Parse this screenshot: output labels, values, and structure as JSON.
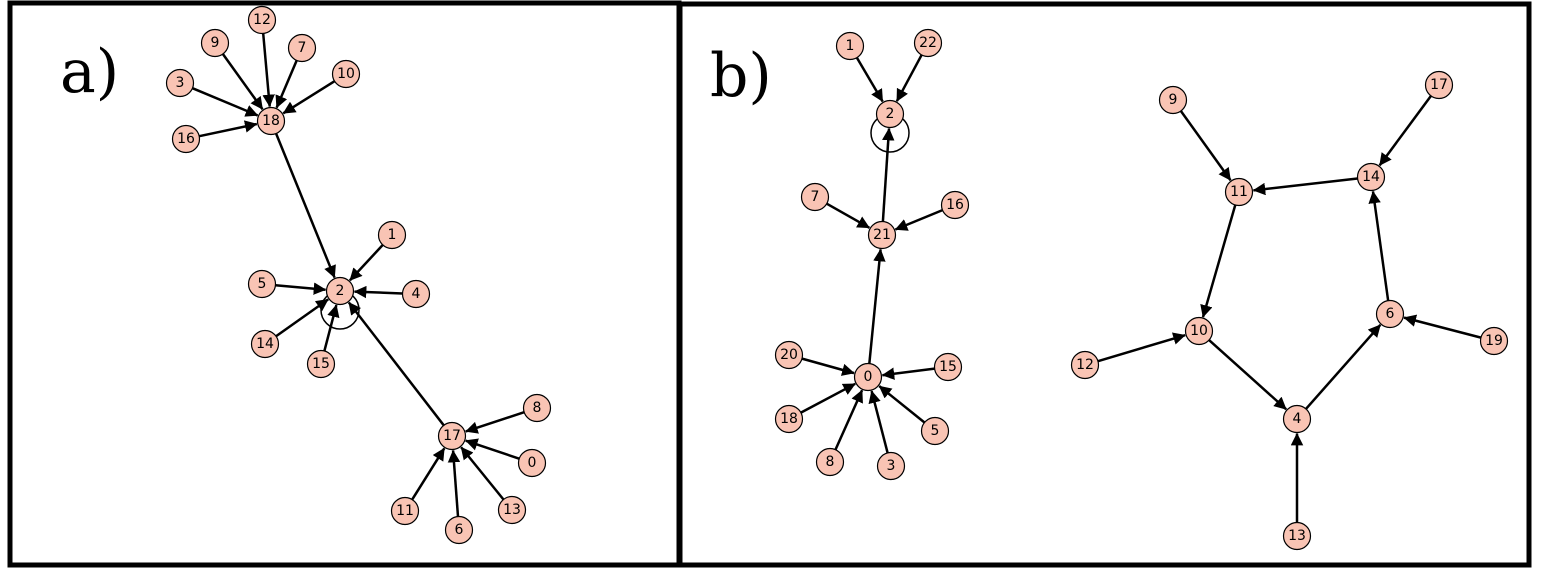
{
  "figure": {
    "node_fill": "#f9c4b4",
    "edge_color": "#000000",
    "panels": [
      {
        "id": "a",
        "label": "a)",
        "nodes": [
          "12",
          "9",
          "7",
          "10",
          "3",
          "18",
          "16",
          "1",
          "5",
          "2",
          "4",
          "14",
          "15",
          "8",
          "17",
          "0",
          "11",
          "13",
          "6"
        ],
        "edges": [
          [
            "12",
            "18"
          ],
          [
            "9",
            "18"
          ],
          [
            "7",
            "18"
          ],
          [
            "10",
            "18"
          ],
          [
            "3",
            "18"
          ],
          [
            "16",
            "18"
          ],
          [
            "18",
            "2"
          ],
          [
            "1",
            "2"
          ],
          [
            "5",
            "2"
          ],
          [
            "4",
            "2"
          ],
          [
            "14",
            "2"
          ],
          [
            "15",
            "2"
          ],
          [
            "17",
            "2"
          ],
          [
            "8",
            "17"
          ],
          [
            "0",
            "17"
          ],
          [
            "13",
            "17"
          ],
          [
            "6",
            "17"
          ],
          [
            "11",
            "17"
          ]
        ],
        "self_loops": [
          "2"
        ]
      },
      {
        "id": "b",
        "label": "b)",
        "nodes": [
          "1",
          "22",
          "2",
          "7",
          "21",
          "16",
          "20",
          "0",
          "15",
          "18",
          "5",
          "8",
          "3",
          "9",
          "17",
          "11",
          "14",
          "10",
          "12",
          "6",
          "19",
          "4",
          "13"
        ],
        "edges": [
          [
            "1",
            "2"
          ],
          [
            "22",
            "2"
          ],
          [
            "21",
            "2"
          ],
          [
            "7",
            "21"
          ],
          [
            "16",
            "21"
          ],
          [
            "0",
            "21"
          ],
          [
            "20",
            "0"
          ],
          [
            "15",
            "0"
          ],
          [
            "18",
            "0"
          ],
          [
            "5",
            "0"
          ],
          [
            "8",
            "0"
          ],
          [
            "3",
            "0"
          ],
          [
            "9",
            "11"
          ],
          [
            "14",
            "11"
          ],
          [
            "17",
            "14"
          ],
          [
            "11",
            "10"
          ],
          [
            "12",
            "10"
          ],
          [
            "10",
            "4"
          ],
          [
            "13",
            "4"
          ],
          [
            "4",
            "6"
          ],
          [
            "19",
            "6"
          ],
          [
            "6",
            "14"
          ]
        ],
        "self_loops": [
          "2"
        ]
      }
    ]
  }
}
